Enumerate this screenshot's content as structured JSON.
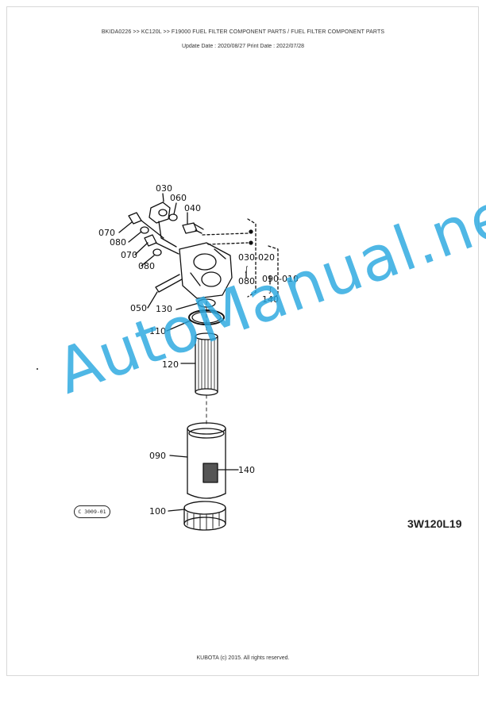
{
  "header": {
    "path": "BKIDA0226 >> KC120L >> F19000   FUEL FILTER COMPONENT PARTS / FUEL FILTER COMPONENT PARTS",
    "dates": "Update Date : 2020/08/27   Print Date : 2022/07/28"
  },
  "diagram": {
    "callouts": {
      "c030": "030",
      "c060": "060",
      "c040": "040",
      "c070a": "070",
      "c080a": "080",
      "c070b": "070",
      "c080b": "080",
      "c050": "050",
      "c130": "130",
      "c110": "110",
      "c120": "120",
      "c090": "090",
      "c140": "140",
      "c100": "100",
      "g030_020": "030-020",
      "g080": "080",
      "g090_010": "090-010",
      "g140": "140"
    },
    "stamp": "C 3009-01",
    "figure_code": "3W120L19"
  },
  "watermark": "AutoManual.net",
  "footer": "KUBOTA (c) 2015. All rights reserved."
}
